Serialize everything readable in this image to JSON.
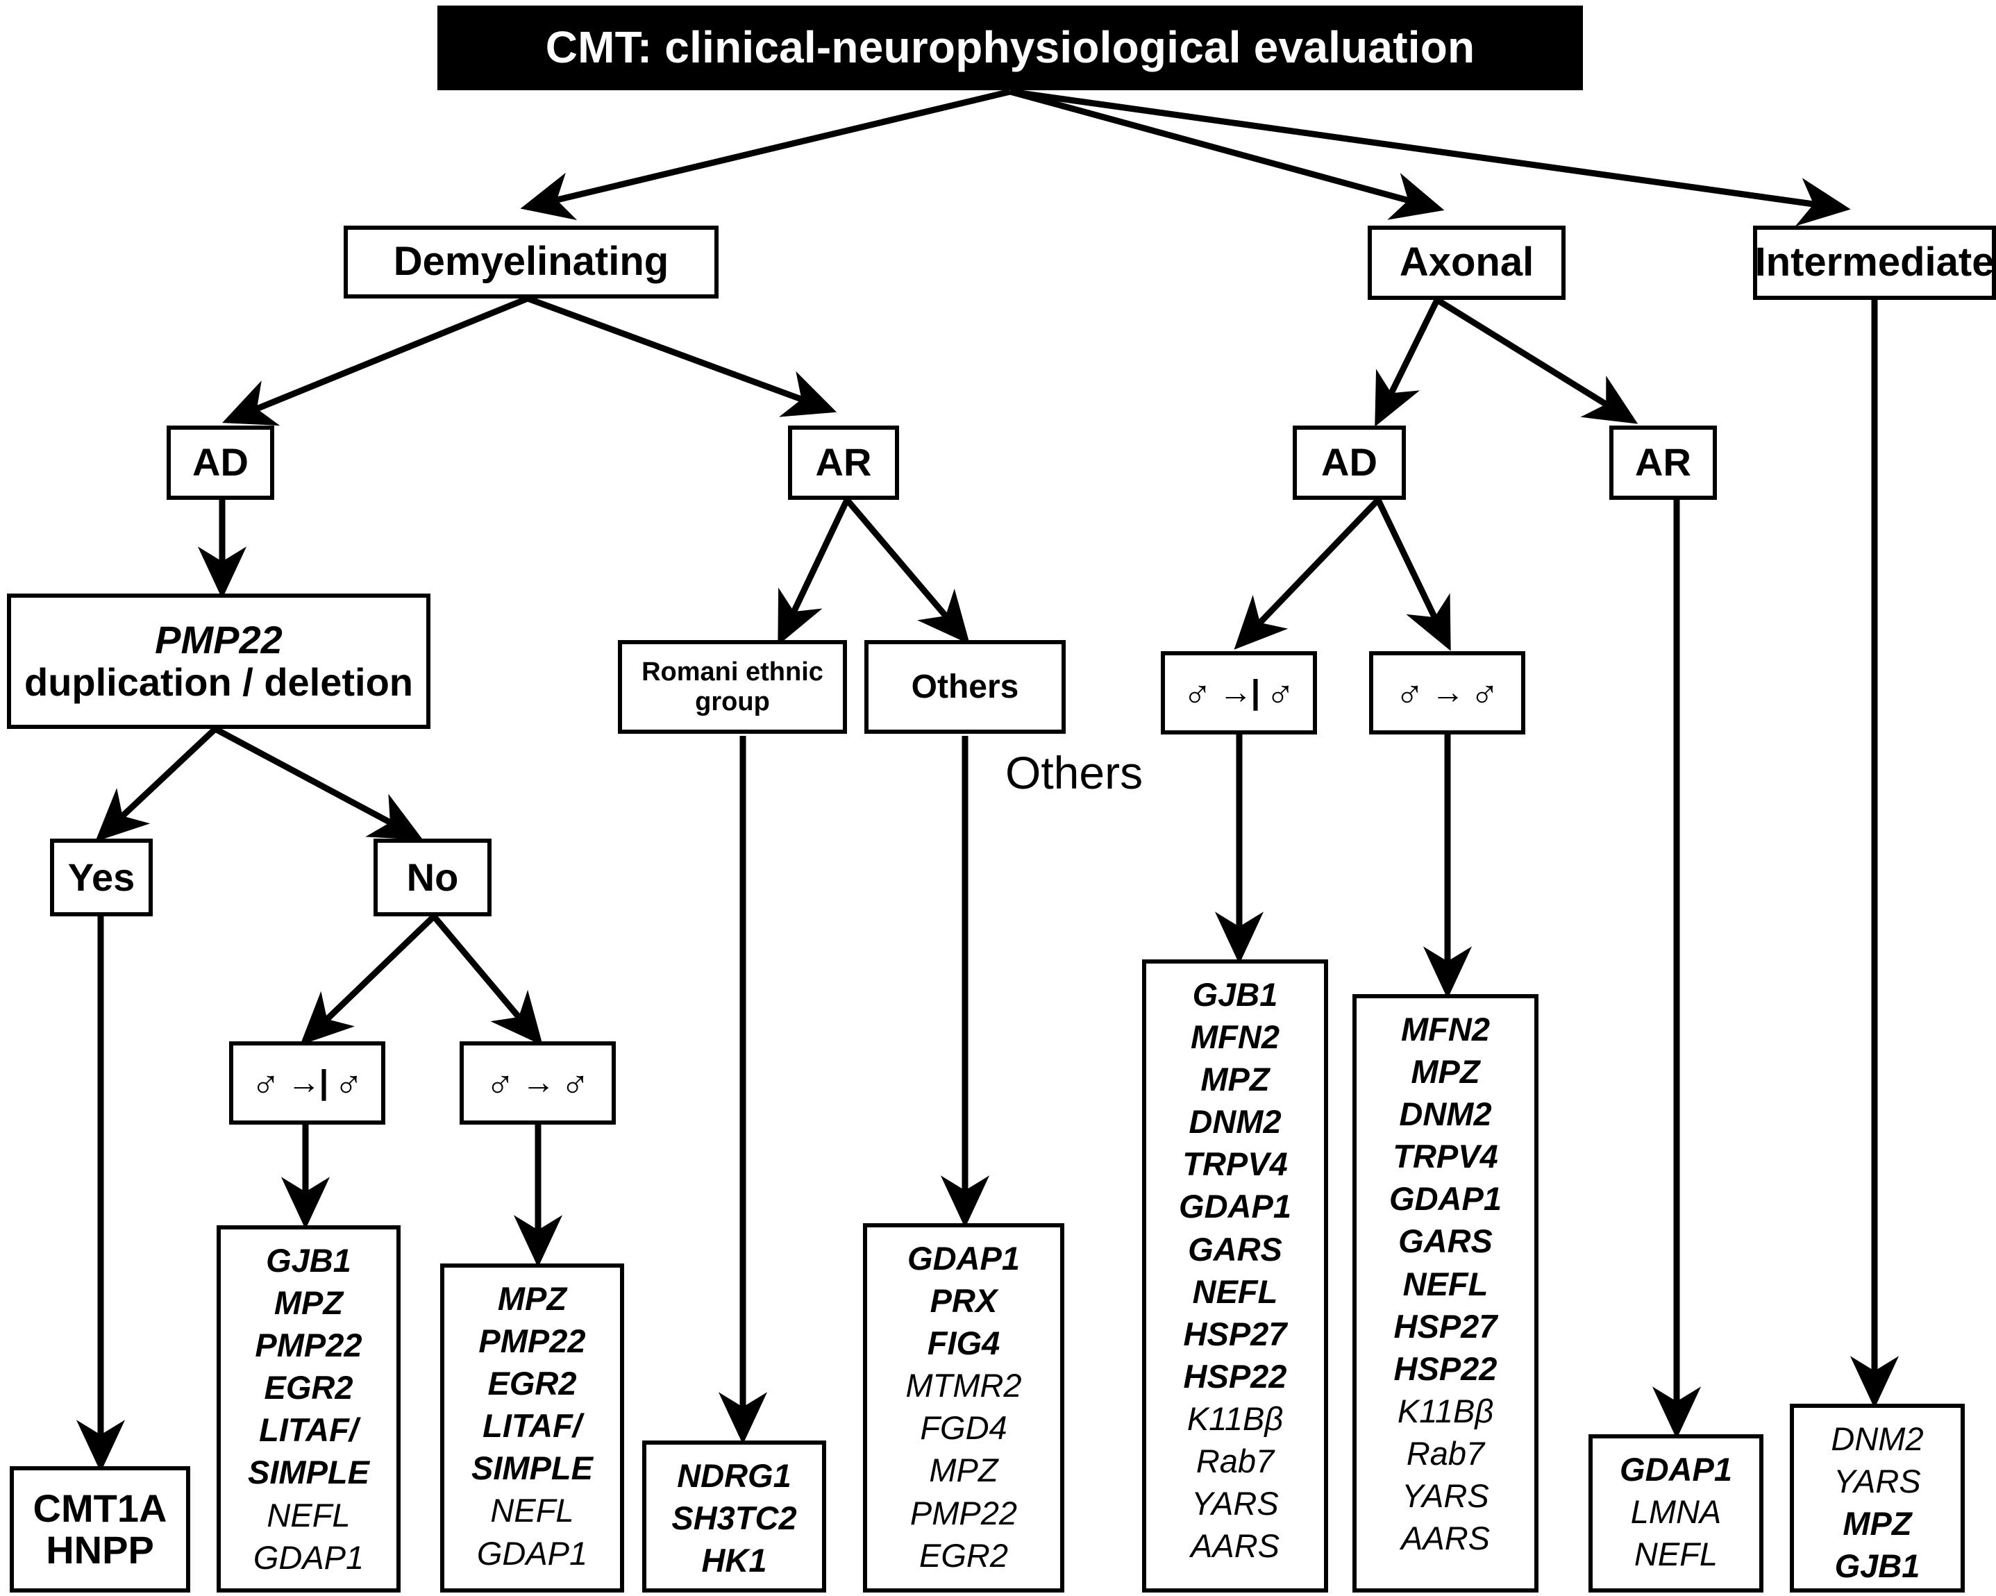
{
  "title": {
    "text": "CMT: clinical-neurophysiological evaluation"
  },
  "categories": {
    "demyelinating": "Demyelinating",
    "axonal": "Axonal",
    "intermediate": "Intermediate"
  },
  "inheritance": {
    "dem_ad": "AD",
    "dem_ar": "AR",
    "axo_ad": "AD",
    "axo_ar": "AR"
  },
  "pmp22": {
    "gene": "PMP22",
    "desc": "duplication / deletion"
  },
  "answers": {
    "yes": "Yes",
    "no": "No"
  },
  "ar_groups": {
    "romani": "Romani ethnic group",
    "others": "Others"
  },
  "floating": {
    "others": "Others"
  },
  "transmission": {
    "male_blocked": {
      "left": "♂",
      "arrow": "→|",
      "right": "♂",
      "label": "male-to-male transmission absent"
    },
    "male_allowed": {
      "left": "♂",
      "arrow": "→",
      "right": "♂",
      "label": "male-to-male transmission present"
    }
  },
  "outcome": {
    "line1": "CMT1A",
    "line2": "HNPP"
  },
  "gene_lists": {
    "dem_ad_no_xlinked": [
      {
        "name": "GJB1",
        "bold": true
      },
      {
        "name": "MPZ",
        "bold": true
      },
      {
        "name": "PMP22",
        "bold": true
      },
      {
        "name": "EGR2",
        "bold": true
      },
      {
        "name": "LITAF/",
        "bold": true
      },
      {
        "name": "SIMPLE",
        "bold": true
      },
      {
        "name": "NEFL",
        "bold": false
      },
      {
        "name": "GDAP1",
        "bold": false
      }
    ],
    "dem_ad_no_autosomal": [
      {
        "name": "MPZ",
        "bold": true
      },
      {
        "name": "PMP22",
        "bold": true
      },
      {
        "name": "EGR2",
        "bold": true
      },
      {
        "name": "LITAF/",
        "bold": true
      },
      {
        "name": "SIMPLE",
        "bold": true
      },
      {
        "name": "NEFL",
        "bold": false
      },
      {
        "name": "GDAP1",
        "bold": false
      }
    ],
    "dem_ar_romani": [
      {
        "name": "NDRG1",
        "bold": true
      },
      {
        "name": "SH3TC2",
        "bold": true
      },
      {
        "name": "HK1",
        "bold": true
      }
    ],
    "dem_ar_others": [
      {
        "name": "GDAP1",
        "bold": true
      },
      {
        "name": "PRX",
        "bold": true
      },
      {
        "name": "FIG4",
        "bold": true
      },
      {
        "name": "MTMR2",
        "bold": false
      },
      {
        "name": "FGD4",
        "bold": false
      },
      {
        "name": "MPZ",
        "bold": false
      },
      {
        "name": "PMP22",
        "bold": false
      },
      {
        "name": "EGR2",
        "bold": false
      }
    ],
    "axo_ad_xlinked": [
      {
        "name": "GJB1",
        "bold": true
      },
      {
        "name": "MFN2",
        "bold": true
      },
      {
        "name": "MPZ",
        "bold": true
      },
      {
        "name": "DNM2",
        "bold": true
      },
      {
        "name": "TRPV4",
        "bold": true
      },
      {
        "name": "GDAP1",
        "bold": true
      },
      {
        "name": "GARS",
        "bold": true
      },
      {
        "name": "NEFL",
        "bold": true
      },
      {
        "name": "HSP27",
        "bold": true
      },
      {
        "name": "HSP22",
        "bold": true
      },
      {
        "name": "K11Bβ",
        "bold": false
      },
      {
        "name": "Rab7",
        "bold": false
      },
      {
        "name": "YARS",
        "bold": false
      },
      {
        "name": "AARS",
        "bold": false
      }
    ],
    "axo_ad_autosomal": [
      {
        "name": "MFN2",
        "bold": true
      },
      {
        "name": "MPZ",
        "bold": true
      },
      {
        "name": "DNM2",
        "bold": true
      },
      {
        "name": "TRPV4",
        "bold": true
      },
      {
        "name": "GDAP1",
        "bold": true
      },
      {
        "name": "GARS",
        "bold": true
      },
      {
        "name": "NEFL",
        "bold": true
      },
      {
        "name": "HSP27",
        "bold": true
      },
      {
        "name": "HSP22",
        "bold": true
      },
      {
        "name": "K11Bβ",
        "bold": false
      },
      {
        "name": "Rab7",
        "bold": false
      },
      {
        "name": "YARS",
        "bold": false
      },
      {
        "name": "AARS",
        "bold": false
      }
    ],
    "axo_ar": [
      {
        "name": "GDAP1",
        "bold": true
      },
      {
        "name": "LMNA",
        "bold": false
      },
      {
        "name": "NEFL",
        "bold": false
      }
    ],
    "intermediate": [
      {
        "name": "DNM2",
        "bold": false
      },
      {
        "name": "YARS",
        "bold": false
      },
      {
        "name": "MPZ",
        "bold": true
      },
      {
        "name": "GJB1",
        "bold": true
      }
    ]
  },
  "colors": {
    "ink": "#000000",
    "paper": "#ffffff",
    "title_bg": "#000000",
    "title_fg": "#ffffff"
  }
}
